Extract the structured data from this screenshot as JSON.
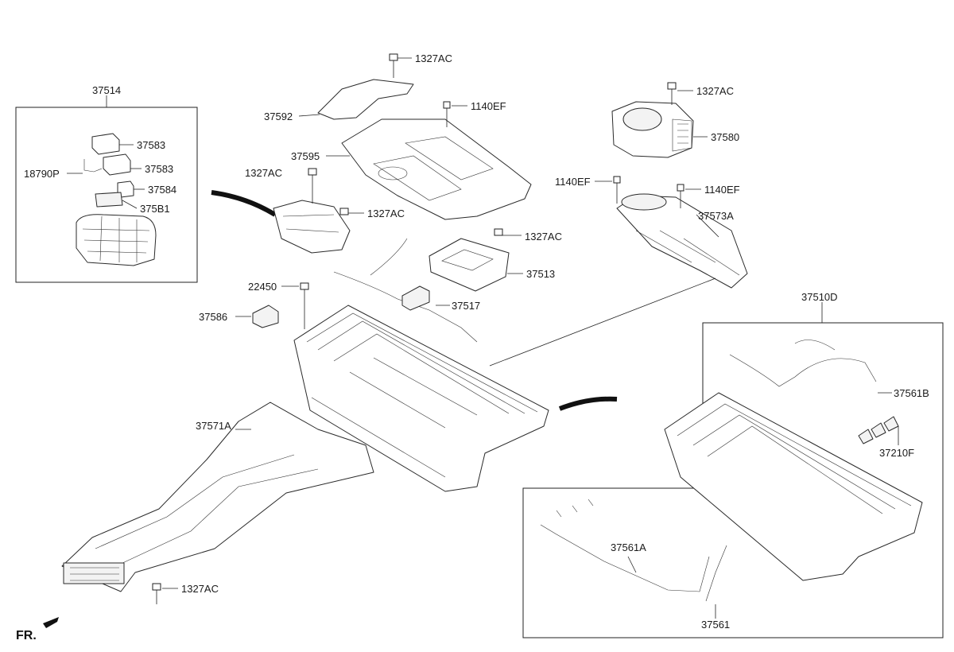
{
  "labels": {
    "l37514": "37514",
    "l37583a": "37583",
    "l37583b": "37583",
    "l18790P": "18790P",
    "l37584": "37584",
    "l375B1": "375B1",
    "l1327AC_top": "1327AC",
    "l37592": "37592",
    "l1140EF_top": "1140EF",
    "l37595": "37595",
    "l1327AC_left": "1327AC",
    "l1327AC_mid": "1327AC",
    "l1327AC_right": "1327AC",
    "l37580": "37580",
    "l1140EF_left": "1140EF",
    "l1140EF_right": "1140EF",
    "l37573A": "37573A",
    "l1327AC_ecu": "1327AC",
    "l37513": "37513",
    "l22450": "22450",
    "l37517": "37517",
    "l37586": "37586",
    "l37510D": "37510D",
    "l37561B": "37561B",
    "l37210F": "37210F",
    "l37571A": "37571A",
    "l37561A": "37561A",
    "l37561": "37561",
    "l1327AC_bottom": "1327AC",
    "fr": "FR."
  }
}
